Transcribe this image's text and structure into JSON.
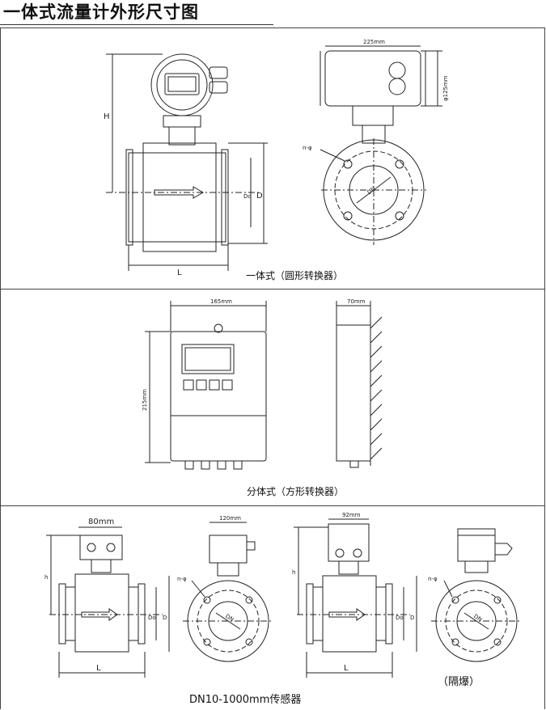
{
  "title": "一体式流量计外形尺寸图",
  "section1": {
    "caption": "一体式（圆形转换器）",
    "labels": {
      "h": "H",
      "l": "L",
      "do": "Do",
      "d": "D",
      "width": "225mm",
      "dia": "φ125mm",
      "holes": "n-φ",
      "dn": "DN"
    }
  },
  "section2": {
    "caption": "分体式（方形转换器）",
    "labels": {
      "width": "165mm",
      "height": "215mm",
      "depth": "70mm"
    }
  },
  "section3": {
    "caption": "DN10-1000mm传感器",
    "explosion_label": "（隔爆）",
    "labels": {
      "w1": "80mm",
      "w2": "120mm",
      "w3": "92mm",
      "h": "h",
      "l": "L",
      "do": "Do",
      "d": "D",
      "holes": "n-φ",
      "dn": "DN"
    }
  }
}
